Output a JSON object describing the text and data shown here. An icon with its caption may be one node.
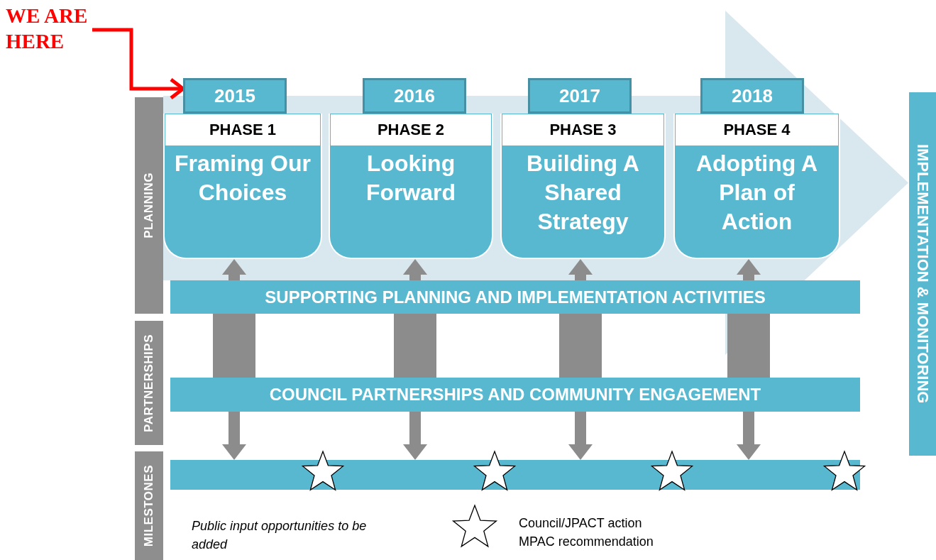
{
  "diagram": {
    "nodes": [
      {
        "text": [
          "WE ARE HERE"
        ]
      },
      {
        "text": [
          "2015"
        ]
      },
      {
        "text": [
          "2016"
        ]
      },
      {
        "text": [
          "2017"
        ]
      },
      {
        "text": [
          "2018"
        ]
      },
      {
        "text": [
          "PHASE 1",
          "Framing Our Choices"
        ]
      },
      {
        "text": [
          "PHASE 2",
          "Looking Forward"
        ]
      },
      {
        "text": [
          "PHASE 3",
          "Building A Shared Strategy"
        ]
      },
      {
        "text": [
          "PHASE 4",
          "Adopting A Plan of Action"
        ]
      },
      {
        "text": [
          "PLANNING"
        ]
      },
      {
        "text": [
          "PARTNERSHIPS"
        ]
      },
      {
        "text": [
          "MILESTONES"
        ]
      },
      {
        "text": [
          "SUPPORTING PLANNING AND IMPLEMENTATION ACTIVITIES"
        ]
      },
      {
        "text": [
          "COUNCIL PARTNERSHIPS AND COMMUNITY ENGAGEMENT"
        ]
      },
      {
        "text": [],
        "shape": "bar"
      },
      {
        "text": [
          "IMPLEMENTATION & MONITORING"
        ]
      }
    ],
    "edges": [
      {
        "from": 0,
        "to": 1,
        "arrow": "to",
        "color": "#ff0000"
      },
      {
        "from": 12,
        "to": 5,
        "arrow": "to"
      },
      {
        "from": 12,
        "to": 13,
        "arrow": "none",
        "style": "thick"
      },
      {
        "from": 13,
        "to": 14,
        "arrow": "to"
      },
      {
        "from": 12,
        "to": 6,
        "arrow": "to"
      },
      {
        "from": 12,
        "to": 13,
        "arrow": "none",
        "style": "thick"
      },
      {
        "from": 13,
        "to": 14,
        "arrow": "to"
      },
      {
        "from": 12,
        "to": 7,
        "arrow": "to"
      },
      {
        "from": 12,
        "to": 13,
        "arrow": "none",
        "style": "thick"
      },
      {
        "from": 13,
        "to": 14,
        "arrow": "to"
      },
      {
        "from": 12,
        "to": 8,
        "arrow": "to"
      },
      {
        "from": 12,
        "to": 13,
        "arrow": "none",
        "style": "thick"
      },
      {
        "from": 13,
        "to": 14,
        "arrow": "to"
      },
      {
        "from": null,
        "to": 15,
        "arrow": "to",
        "style": "thick",
        "color": "#d9e7ee"
      }
    ],
    "labels": [
      "Public input opportunities to be added"
    ],
    "legend": [
      {
        "text": "Council/JPACT action MPAC recommendation"
      }
    ]
  }
}
